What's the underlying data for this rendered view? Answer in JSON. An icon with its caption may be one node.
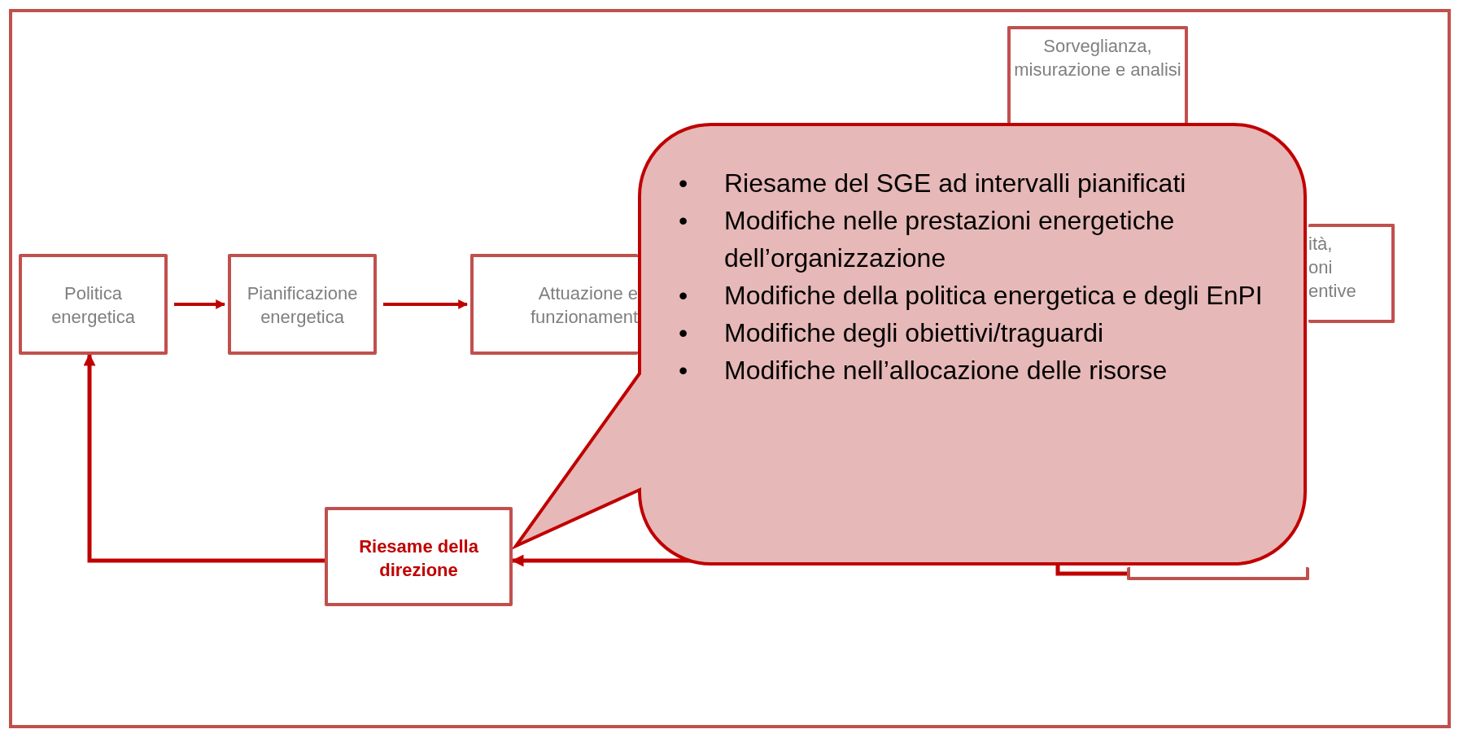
{
  "diagram": {
    "nodes": [
      {
        "text": [
          "Sorveglianza, misurazione e analisi"
        ]
      },
      {
        "text": [
          "Politica energetica"
        ]
      },
      {
        "text": [
          "Pianificazione energetica"
        ]
      },
      {
        "text": [
          "Attuazione e funzionament"
        ]
      },
      {
        "text": [
          "ità, oni entive"
        ]
      },
      {
        "text": [],
        "shape": "box"
      },
      {
        "text": [
          "Riesame della direzione"
        ]
      },
      {
        "text": [
          "Riesame del SGE ad intervalli pianificati",
          "Modifiche nelle prestazioni energetiche dell’organizzazione",
          "Modifiche della politica energetica e degli EnPI",
          "Modifiche degli obiettivi/traguardi",
          "Modifiche nell’allocazione delle risorse"
        ]
      }
    ],
    "edges": [
      {
        "from": 1,
        "to": 2,
        "arrow": "to"
      },
      {
        "from": 2,
        "to": 3,
        "arrow": "to"
      },
      {
        "from": 6,
        "to": 1,
        "arrow": "to"
      },
      {
        "from": 5,
        "to": 6,
        "arrow": "to"
      }
    ],
    "labels": [
      "•",
      "•",
      "•",
      "•",
      "•"
    ]
  }
}
